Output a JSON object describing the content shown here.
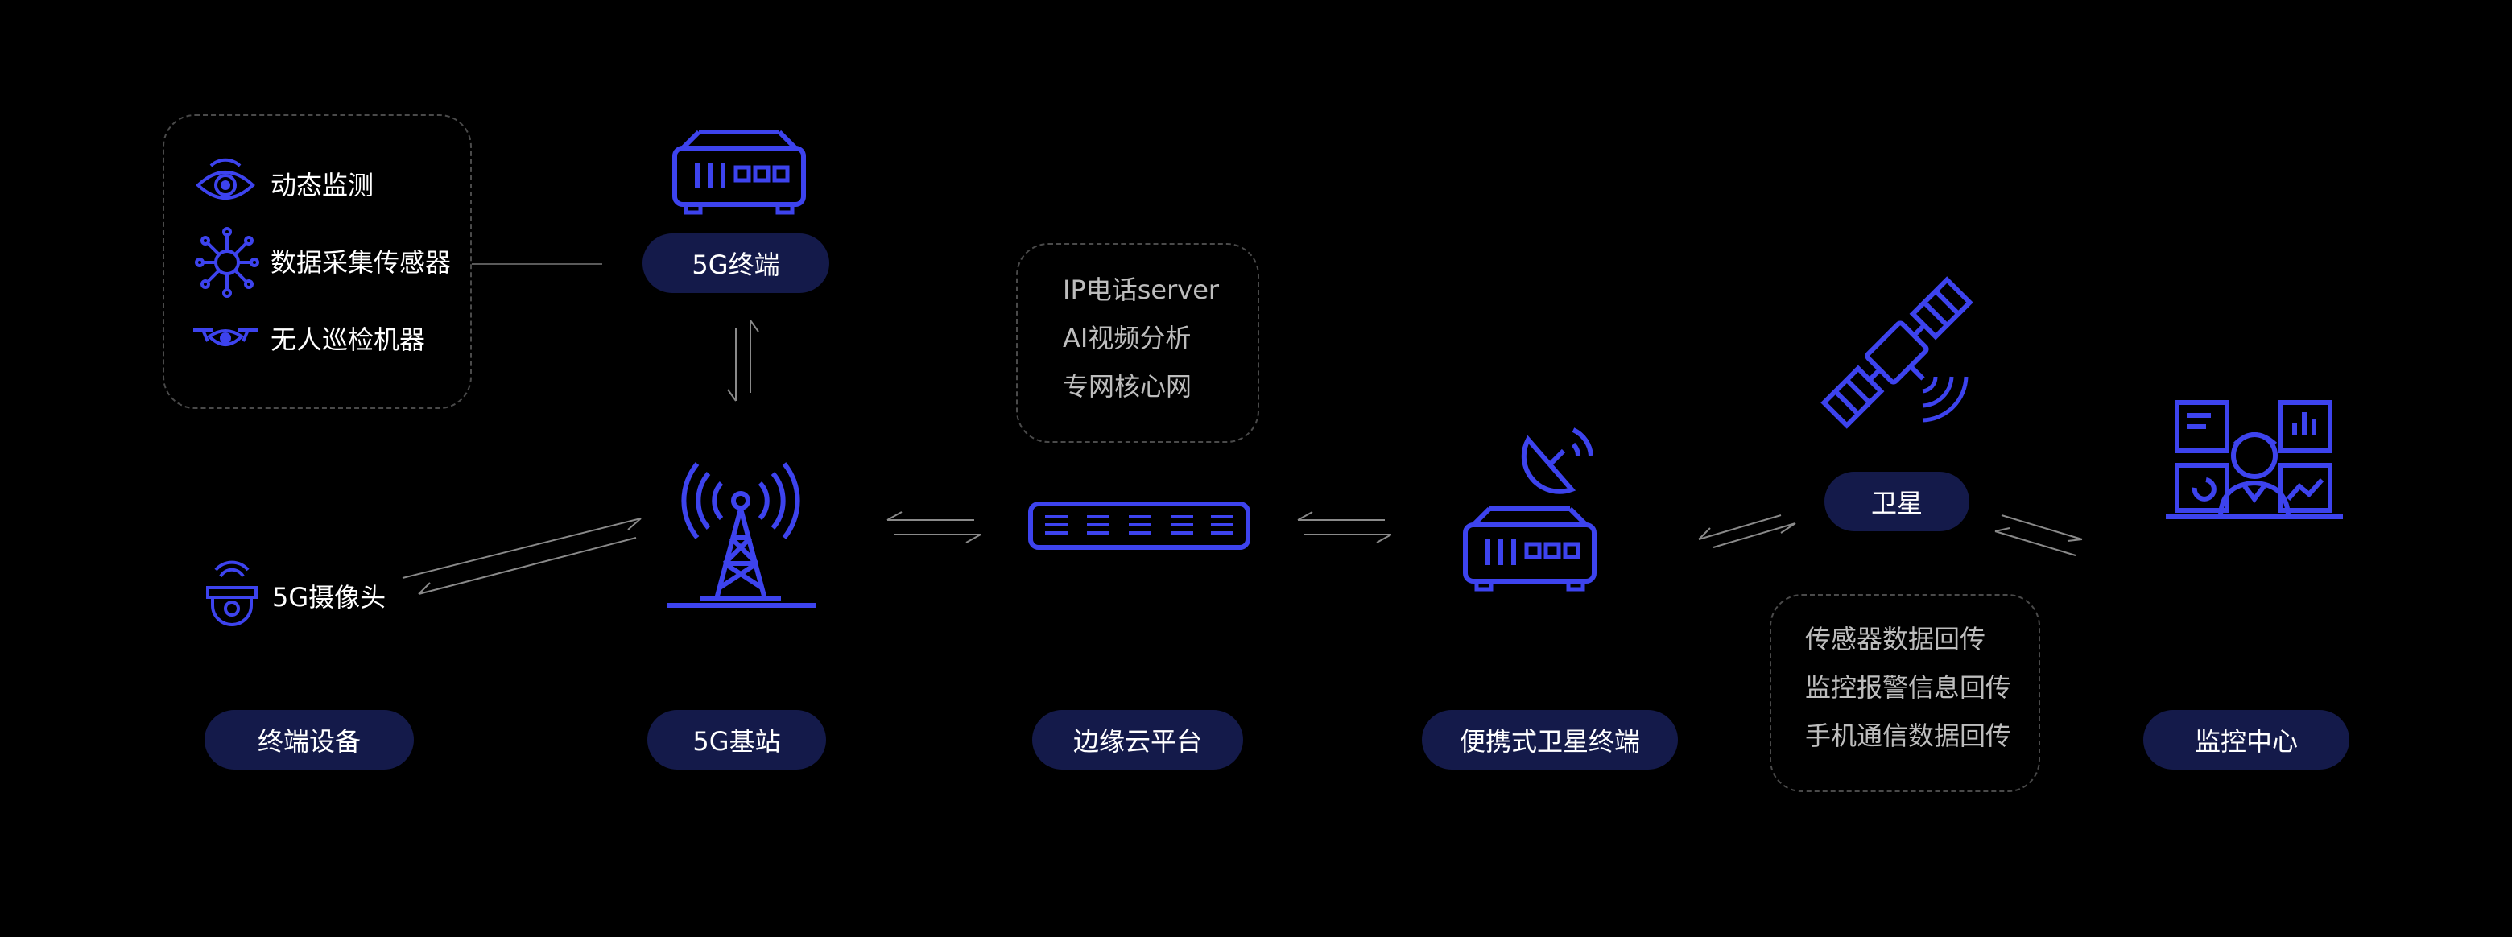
{
  "terminal_devices": {
    "items": [
      "动态监测",
      "数据采集传感器",
      "无人巡检机器"
    ],
    "camera": "5G摄像头",
    "label": "终端设备"
  },
  "base_station": {
    "terminal_label": "5G终端",
    "label": "5G基站"
  },
  "edge_cloud": {
    "services": [
      "IP电话server",
      "AI视频分析",
      "专网核心网"
    ],
    "label": "边缘云平台"
  },
  "portable_satellite_terminal": {
    "label": "便携式卫星终端"
  },
  "satellite": {
    "label": "卫星",
    "transmissions": [
      "传感器数据回传",
      "监控报警信息回传",
      "手机通信数据回传"
    ]
  },
  "monitoring_center": {
    "label": "监控中心"
  },
  "colors": {
    "background": "#000000",
    "icon_blue": "#3d43ee",
    "pill_bg": "#141a4a",
    "dashed_border": "#4a4a4a",
    "arrow_gray": "#8a8a8a"
  }
}
